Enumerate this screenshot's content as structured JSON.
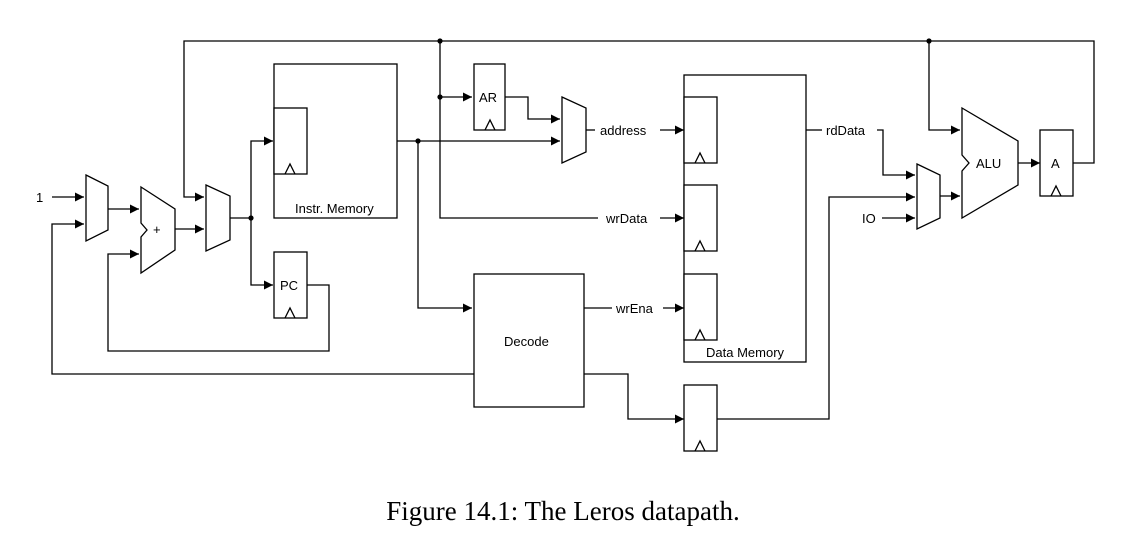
{
  "caption": "Figure 14.1: The Leros datapath.",
  "labels": {
    "const_one": "1",
    "adder": "+",
    "ar": "AR",
    "instr_memory": "Instr. Memory",
    "pc": "PC",
    "decode": "Decode",
    "address": "address",
    "wr_data": "wrData",
    "wr_ena": "wrEna",
    "data_memory": "Data Memory",
    "rd_data": "rdData",
    "io": "IO",
    "alu": "ALU",
    "acc": "A"
  }
}
